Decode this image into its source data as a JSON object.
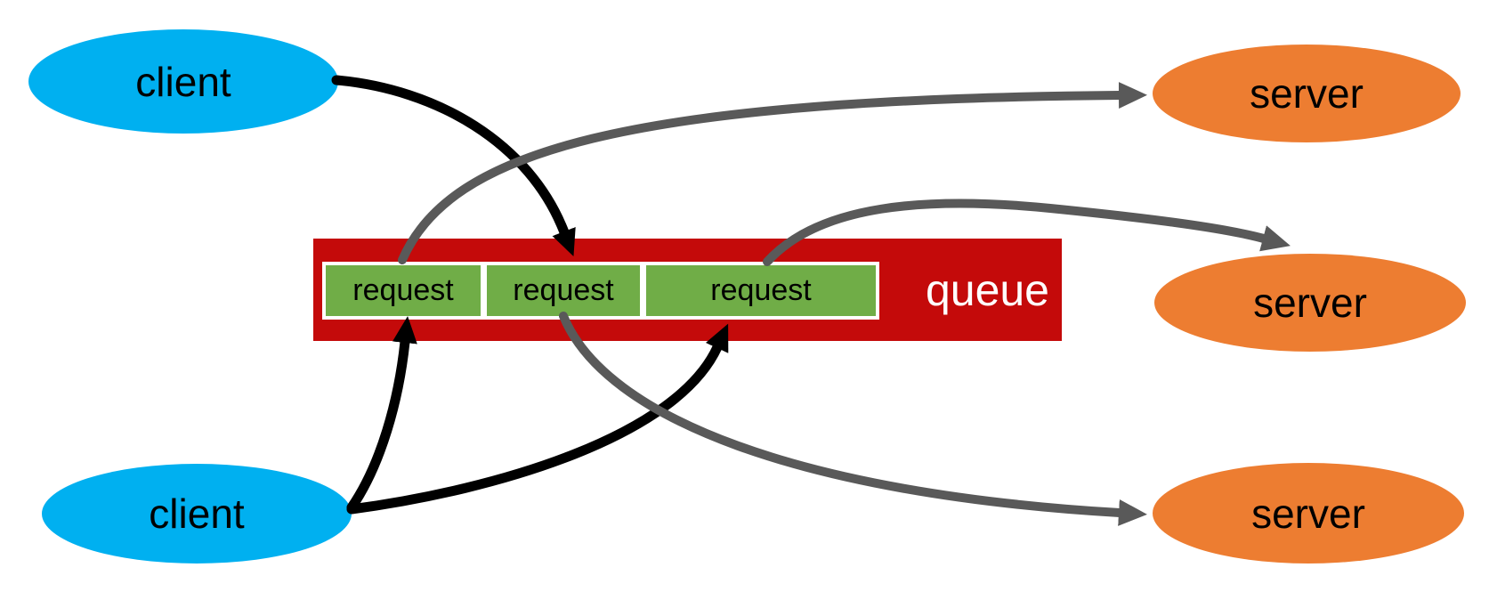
{
  "diagram": {
    "nodes": {
      "client_top": {
        "label": "client",
        "type": "client"
      },
      "client_bottom": {
        "label": "client",
        "type": "client"
      },
      "server_top": {
        "label": "server",
        "type": "server"
      },
      "server_middle": {
        "label": "server",
        "type": "server"
      },
      "server_bottom": {
        "label": "server",
        "type": "server"
      }
    },
    "queue": {
      "label": "queue",
      "slots": [
        {
          "label": "request"
        },
        {
          "label": "request"
        },
        {
          "label": "request"
        }
      ]
    },
    "colors": {
      "client_fill": "#00B0F0",
      "server_fill": "#ED7D31",
      "queue_fill": "#C40A0A",
      "request_fill": "#70AD47",
      "request_border": "#FFFFFF",
      "queue_text": "#FFFFFF",
      "node_text": "#000000",
      "client_arrow": "#000000",
      "server_arrow": "#595959"
    },
    "arrows": [
      {
        "from": "client-top",
        "to": "queue-slot-2",
        "color": "#000000"
      },
      {
        "from": "client-bottom",
        "to": "queue-slot-1",
        "color": "#000000"
      },
      {
        "from": "client-bottom",
        "to": "queue-slot-3",
        "color": "#000000"
      },
      {
        "from": "queue-slot-1",
        "to": "server-top",
        "color": "#595959"
      },
      {
        "from": "queue-slot-3",
        "to": "server-middle",
        "color": "#595959"
      },
      {
        "from": "queue-slot-2",
        "to": "server-bottom",
        "color": "#595959"
      }
    ]
  }
}
